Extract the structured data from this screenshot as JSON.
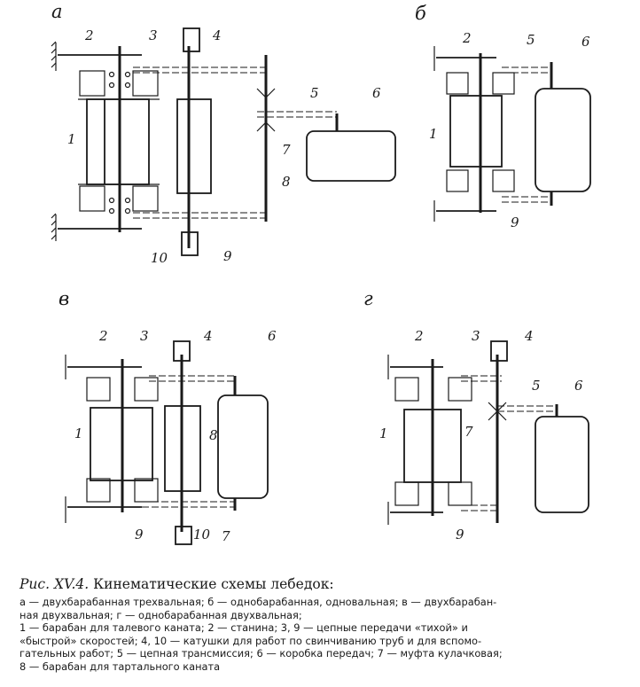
{
  "panels": {
    "a": {
      "letter": "а",
      "labels": {
        "n1": "1",
        "n2": "2",
        "n3": "3",
        "n4": "4",
        "n5": "5",
        "n6": "6",
        "n7": "7",
        "n8": "8",
        "n9": "9",
        "n10": "10"
      }
    },
    "b": {
      "letter": "б",
      "labels": {
        "n1": "1",
        "n2": "2",
        "n5": "5",
        "n6": "6",
        "n9": "9"
      }
    },
    "v": {
      "letter": "в",
      "labels": {
        "n1": "1",
        "n2": "2",
        "n3": "3",
        "n4": "4",
        "n6": "6",
        "n7": "7",
        "n8": "8",
        "n9": "9",
        "n10": "10"
      }
    },
    "g": {
      "letter": "г",
      "labels": {
        "n1": "1",
        "n2": "2",
        "n3": "3",
        "n4": "4",
        "n5": "5",
        "n6": "6",
        "n7": "7",
        "n9": "9"
      }
    }
  },
  "caption": {
    "label": "Рис. XV.4.",
    "title": "Кинематические схемы лебедок:",
    "lines": [
      "а — двухбарабанная трехвальная; б — однобарабанная, одновальная; в — двухбарабан-",
      "ная двухвальная; г — однобарабанная двухвальная;",
      "1 — барабан для талевого каната; 2 — станина; 3, 9 — цепные передачи «тихой» и",
      "«быстрой» скоростей; 4, 10 — катушки для работ по свинчиванию труб и для вспомо-",
      "гательных работ; 5 — цепная трансмиссия; 6 — коробка передач; 7 — муфта кулачковая;",
      "8 — барабан для тартального каната"
    ]
  }
}
